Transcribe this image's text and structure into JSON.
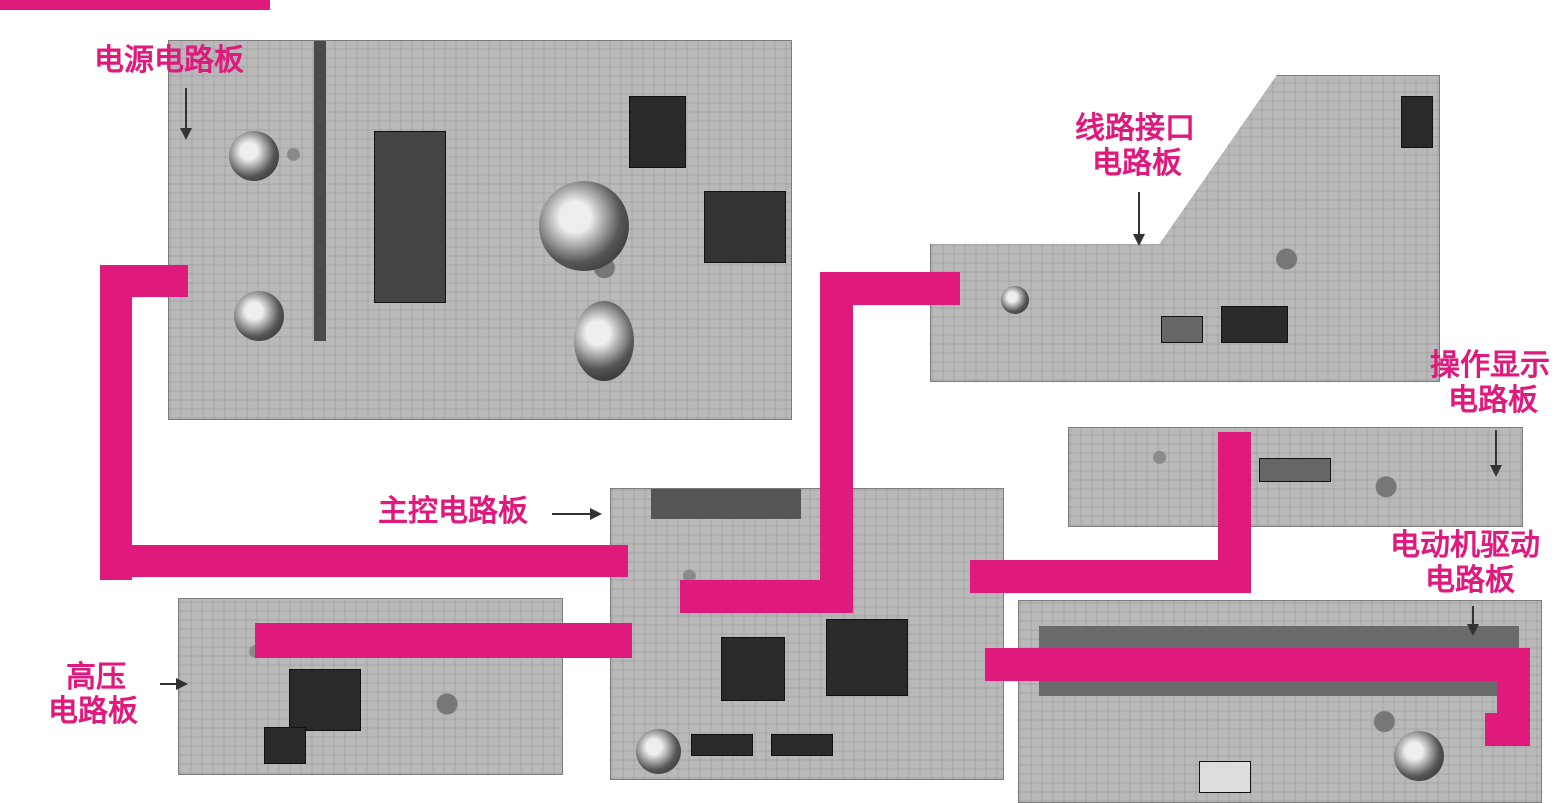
{
  "labels": {
    "power": "电源电路板",
    "line_interface_1": "线路接口",
    "line_interface_2": "电路板",
    "operation_display_1": "操作显示",
    "operation_display_2": "电路板",
    "main_control": "主控电路板",
    "motor_drive_1": "电动机驱动",
    "motor_drive_2": "电路板",
    "high_voltage_1": "高压",
    "high_voltage_2": "电路板"
  },
  "colors": {
    "accent": "#e0197d",
    "board": "#b9b9b9"
  }
}
